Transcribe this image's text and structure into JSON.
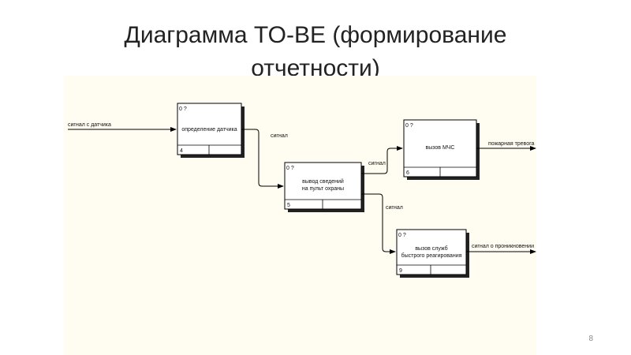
{
  "slide": {
    "title_line1": "Диаграмма TO-BE (формирование",
    "title_line2": "отчетности)",
    "page_number": "8"
  },
  "diagram": {
    "boxes": [
      {
        "id": "box-4",
        "title": "определение датчика",
        "lines": [
          "определение датчика"
        ],
        "number": "4",
        "corner": "0 ?"
      },
      {
        "id": "box-5",
        "title": "вывод сведений на пульт охраны",
        "lines": [
          "вывод сведений",
          "на пульт охраны"
        ],
        "number": "5",
        "corner": "0 ?"
      },
      {
        "id": "box-6",
        "title": "вызов МЧС",
        "lines": [
          "вызов МЧС"
        ],
        "number": "6",
        "corner": "0 ?"
      },
      {
        "id": "box-9",
        "title": "вызов служб быстрого реагирования",
        "lines": [
          "вызов служб",
          "быстрого реагирования"
        ],
        "number": "9",
        "corner": "0 ?"
      }
    ],
    "arrows": [
      {
        "id": "input",
        "label": "сигнал с датчика",
        "from": "external",
        "to": "box-4"
      },
      {
        "id": "a4-5",
        "label": "сигнал",
        "from": "box-4",
        "to": "box-5"
      },
      {
        "id": "a5-6",
        "label": "сигнал",
        "from": "box-5",
        "to": "box-6"
      },
      {
        "id": "a5-9",
        "label": "сигнал",
        "from": "box-5",
        "to": "box-9"
      },
      {
        "id": "out6",
        "label": "пожарная тревога",
        "from": "box-6",
        "to": "external"
      },
      {
        "id": "out9",
        "label": "сигнал о проникновении",
        "from": "box-9",
        "to": "external"
      }
    ]
  }
}
